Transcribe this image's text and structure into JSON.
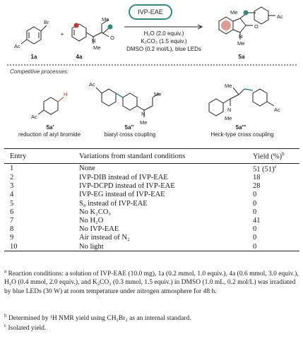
{
  "scheme": {
    "catalyst_badge": "IVP-EAE",
    "reactant1_label": "1a",
    "reactant2_label": "4a",
    "product_label": "5a",
    "plus": "+",
    "group_br": "Br",
    "group_ac": "Ac",
    "group_me": "Me",
    "group_n": "N",
    "group_o": "O",
    "group_h": "H",
    "conditions": {
      "line1": "H₂O (2.0 equiv.)",
      "line2": "K₂CO₃ (1.5 equiv.)",
      "line3": "DMSO (0.2 mol/L), blue LEDs"
    },
    "competitive_title": "Competitive processes:",
    "side_products": [
      {
        "label": "5a'",
        "caption": "reduction of aryl bromide"
      },
      {
        "label": "5a''",
        "caption": "biaryl cross coupling"
      },
      {
        "label": "5a'''",
        "caption": "Heck-type cross coupling"
      }
    ]
  },
  "table": {
    "headers": {
      "entry": "Entry",
      "variation": "Variations from standard conditions",
      "yield": "Yield (%)",
      "yield_note": "b"
    },
    "rows": [
      {
        "entry": "1",
        "variation": "None",
        "yield": "51 (51)",
        "note": "c"
      },
      {
        "entry": "2",
        "variation": "IVP-DIB instead of IVP-EAE",
        "yield": "18",
        "note": ""
      },
      {
        "entry": "3",
        "variation": "IVP-DCPD instead of IVP-EAE",
        "yield": "28",
        "note": ""
      },
      {
        "entry": "4",
        "variation": "IVP-EG instead of IVP-EAE",
        "yield": "0",
        "note": ""
      },
      {
        "entry": "5",
        "variation": "S₈ instead of IVP-EAE",
        "yield": "0",
        "note": ""
      },
      {
        "entry": "6",
        "variation": "No K₂CO₃",
        "yield": "0",
        "note": ""
      },
      {
        "entry": "7",
        "variation": "No H₂O",
        "yield": "41",
        "note": ""
      },
      {
        "entry": "8",
        "variation": "No IVP-EAE",
        "yield": "0",
        "note": ""
      },
      {
        "entry": "9",
        "variation": "Air instead of N₂",
        "yield": "0",
        "note": ""
      },
      {
        "entry": "10",
        "variation": "No light",
        "yield": "0",
        "note": ""
      }
    ]
  },
  "footnotes": {
    "a_mark": "a",
    "a_text": "Reaction conditions: a solution of IVP-EAE (10.0 mg), 1a (0.2 mmol, 1.0 equiv.), 4a (0.6 mmol, 3.0 equiv.), H₂O (0.4 mmol, 2.0 equiv.), and K₂CO₃ (0.3 mmol, 1.5 equiv.) in DMSO (1.0 mL, 0.2 mol/L) was irradiated by blue LEDs (30 W) at room temperature under nitrogen atmosphere for 48 h.",
    "b_mark": "b",
    "b_text": "Determined by ¹H NMR yield using CH₂Br₂ as an internal standard.",
    "c_mark": "c",
    "c_text": "Isolated yield."
  },
  "colors": {
    "teal": "#2e8a7d",
    "red": "#c0392b",
    "line": "#222222"
  }
}
